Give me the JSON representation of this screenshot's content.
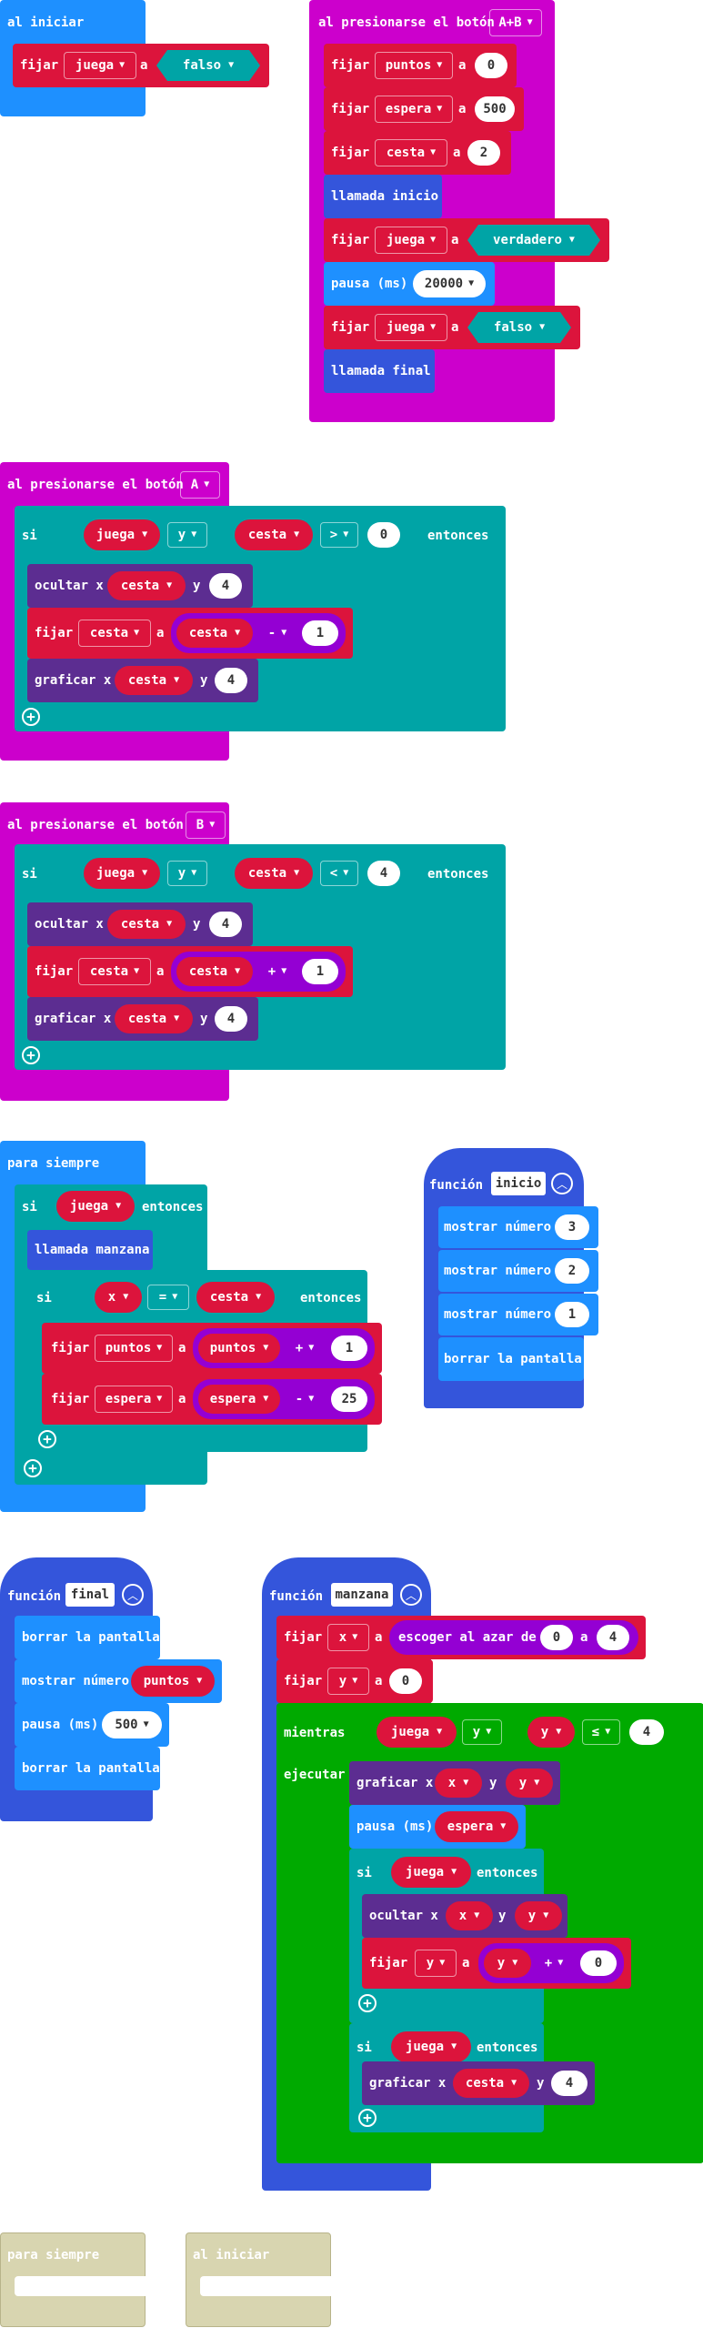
{
  "colors": {
    "events": "#cc00cc",
    "basic": "#1e90ff",
    "variables": "#dc143c",
    "logic": "#00a4a6",
    "led": "#5c2d91",
    "math": "#9400d3",
    "functions": "#3455db",
    "loops": "#00aa00",
    "disabled": "#d8d5b0"
  },
  "on_start_1": {
    "hat": "al iniciar",
    "set": "fijar",
    "var": "juega",
    "to": "a",
    "value": "falso"
  },
  "on_ab": {
    "hat": "al presionarse el botón",
    "button": "A+B",
    "rows": [
      {
        "set": "fijar",
        "var": "puntos",
        "to": "a",
        "value": "0"
      },
      {
        "set": "fijar",
        "var": "espera",
        "to": "a",
        "value": "500"
      },
      {
        "set": "fijar",
        "var": "cesta",
        "to": "a",
        "value": "2"
      },
      {
        "call": "llamada inicio"
      },
      {
        "set": "fijar",
        "var": "juega",
        "to": "a",
        "value": "verdadero"
      },
      {
        "pause": "pausa (ms)",
        "value": "20000"
      },
      {
        "set": "fijar",
        "var": "juega",
        "to": "a",
        "value": "falso"
      },
      {
        "call": "llamada final"
      }
    ]
  },
  "on_a": {
    "hat": "al presionarse el botón",
    "button": "A",
    "if": "si",
    "var1": "juega",
    "and": "y",
    "var2": "cesta",
    "op": ">",
    "cmp": "0",
    "then": "entonces",
    "unplot": "ocultar x",
    "unplot_var": "cesta",
    "unplot_y": "y",
    "unplot_y_val": "4",
    "set": "fijar",
    "set_var": "cesta",
    "set_to": "a",
    "math_var": "cesta",
    "math_op": "-",
    "math_val": "1",
    "plot": "graficar x",
    "plot_var": "cesta",
    "plot_y": "y",
    "plot_y_val": "4"
  },
  "on_b": {
    "hat": "al presionarse el botón",
    "button": "B",
    "if": "si",
    "var1": "juega",
    "and": "y",
    "var2": "cesta",
    "op": "<",
    "cmp": "4",
    "then": "entonces",
    "unplot": "ocultar x",
    "unplot_var": "cesta",
    "unplot_y": "y",
    "unplot_y_val": "4",
    "set": "fijar",
    "set_var": "cesta",
    "set_to": "a",
    "math_var": "cesta",
    "math_op": "+",
    "math_val": "1",
    "plot": "graficar x",
    "plot_var": "cesta",
    "plot_y": "y",
    "plot_y_val": "4"
  },
  "forever_1": {
    "hat": "para siempre",
    "if": "si",
    "var": "juega",
    "then": "entonces",
    "call": "llamada manzana",
    "if2": "si",
    "x": "x",
    "eq": "=",
    "cesta": "cesta",
    "then2": "entonces",
    "set1": "fijar",
    "set1_var": "puntos",
    "set1_to": "a",
    "set1_math_var": "puntos",
    "set1_op": "+",
    "set1_val": "1",
    "set2": "fijar",
    "set2_var": "espera",
    "set2_to": "a",
    "set2_math_var": "espera",
    "set2_op": "-",
    "set2_val": "25"
  },
  "fn_inicio": {
    "label": "función",
    "name": "inicio",
    "rows": [
      {
        "text": "mostrar número",
        "value": "3"
      },
      {
        "text": "mostrar número",
        "value": "2"
      },
      {
        "text": "mostrar número",
        "value": "1"
      },
      {
        "text": "borrar la pantalla"
      }
    ]
  },
  "fn_final": {
    "label": "función",
    "name": "final",
    "clear1": "borrar la pantalla",
    "show": "mostrar número",
    "show_var": "puntos",
    "pause": "pausa (ms)",
    "pause_val": "500",
    "clear2": "borrar la pantalla"
  },
  "fn_manzana": {
    "label": "función",
    "name": "manzana",
    "set_x": "fijar",
    "x": "x",
    "to": "a",
    "random": "escoger al azar de",
    "rand_from": "0",
    "rand_a": "a",
    "rand_to": "4",
    "set_y": "fijar",
    "y": "y",
    "y_to": "a",
    "y_val": "0",
    "while": "mientras",
    "w_var": "juega",
    "w_and": "y",
    "w_y": "y",
    "w_op": "≤",
    "w_val": "4",
    "do": "ejecutar",
    "plot": "graficar x",
    "plot_x": "x",
    "plot_y_lbl": "y",
    "plot_y": "y",
    "pause": "pausa (ms)",
    "pause_var": "espera",
    "if1": "si",
    "if1_var": "juega",
    "if1_then": "entonces",
    "unplot": "ocultar x",
    "unplot_x": "x",
    "unplot_y_lbl": "y",
    "unplot_y": "y",
    "set": "fijar",
    "set_var": "y",
    "set_to": "a",
    "set_math_var": "y",
    "set_op": "+",
    "set_val": "0",
    "if2": "si",
    "if2_var": "juega",
    "if2_then": "entonces",
    "plot2": "graficar x",
    "plot2_var": "cesta",
    "plot2_y": "y",
    "plot2_val": "4"
  },
  "disabled": {
    "forever": "para siempre",
    "on_start": "al iniciar"
  }
}
